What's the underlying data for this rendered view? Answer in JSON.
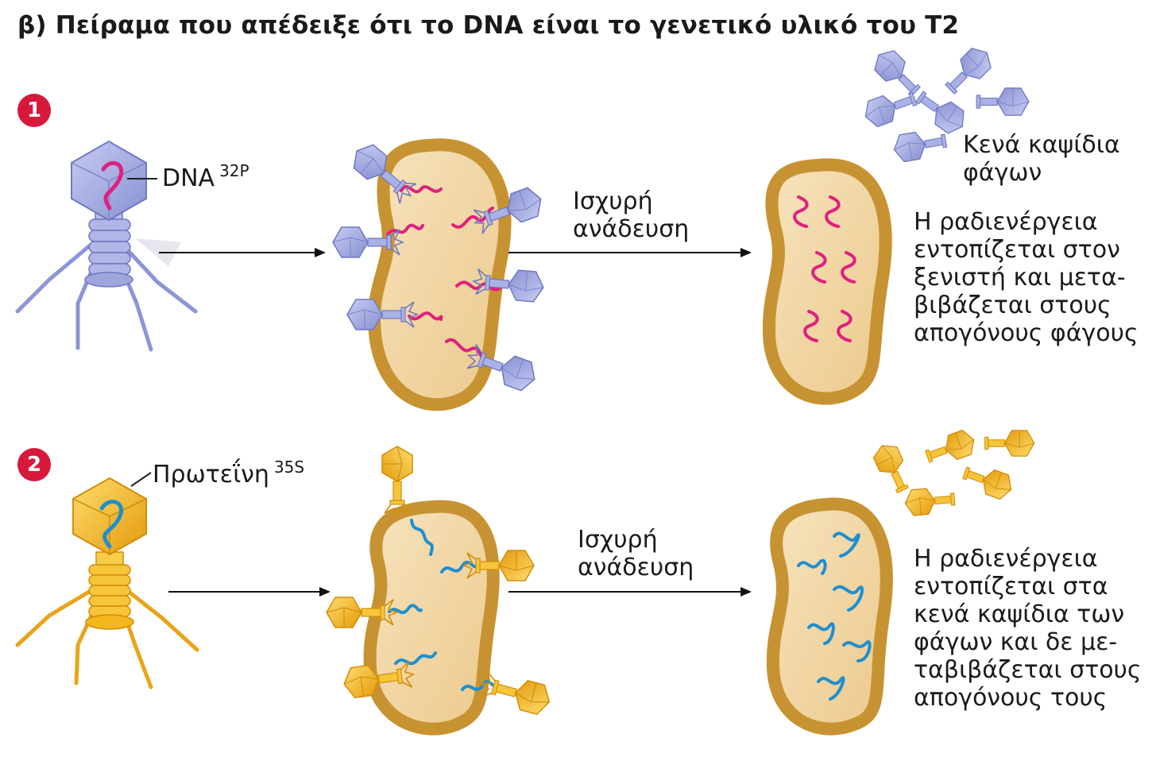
{
  "title": "β) Πείραμα που απέδειξε ότι το DNA είναι το γενετικό υλικό του T2",
  "experiments": [
    {
      "number": "1",
      "label_name": "DNA",
      "label_isotope": "32P",
      "step_label": [
        "Ισχυρή",
        "ανάδευση"
      ],
      "side_label": [
        "Κενά καψίδια",
        "φάγων"
      ],
      "result": [
        "Η ραδιενέργεια",
        "εντοπίζεται στον",
        "ξενιστή και μετα-",
        "βιβάζεται στους",
        "απογόνους φάγους"
      ]
    },
    {
      "number": "2",
      "label_name": "Πρωτεΐνη",
      "label_isotope": "35S",
      "step_label": [
        "Ισχυρή",
        "ανάδευση"
      ],
      "result": [
        "Η ραδιενέργεια",
        "εντοπίζεται στα",
        "κενά καψίδια των",
        "φάγων και δε με-",
        "ταβιβάζεται στους",
        "απογόνους τους"
      ]
    }
  ],
  "colors": {
    "badge": "#d7193c",
    "phage1": "#9ea6dc",
    "phage1_dark": "#6f78c2",
    "phage2": "#f2b81e",
    "phage2_dark": "#d48d06",
    "dna32p": "#e0207e",
    "dna35s": "#1e8fd0",
    "cell_fill": "#f3d9a6",
    "cell_outline": "#c79332"
  }
}
